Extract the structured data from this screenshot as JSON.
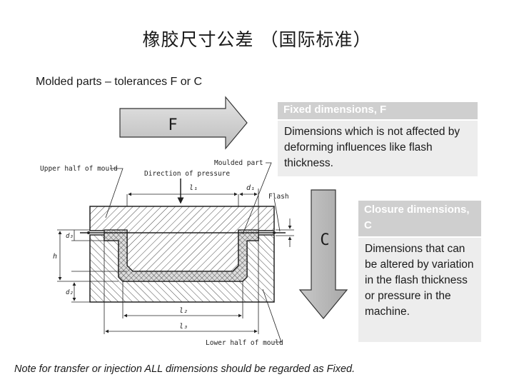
{
  "title": "橡胶尺寸公差 （国际标准）",
  "subtitle": "Molded parts – tolerances F or C",
  "arrows": {
    "f_label": "F",
    "c_label": "C"
  },
  "fixed_box": {
    "heading": "Fixed dimensions, F",
    "body": "Dimensions which is not affected by deforming influences like flash thickness."
  },
  "closure_box": {
    "heading": "Closure dimensions, C",
    "body": "Dimensions that can be altered by variation in the flash thickness or pressure in the machine."
  },
  "diagram": {
    "upper_half": "Upper half of mould",
    "direction": "Direction of pressure",
    "moulded_part": "Moulded part",
    "flash": "Flash",
    "lower_half": "Lower half of mould",
    "dim_l1": "l₁",
    "dim_d1": "d₁",
    "dim_l2": "l₂",
    "dim_l3": "l₃",
    "dim_h": "h",
    "dim_d2": "d₂",
    "dim_d3": "d₃"
  },
  "note": "Note for transfer or injection ALL dimensions should be regarded as Fixed."
}
